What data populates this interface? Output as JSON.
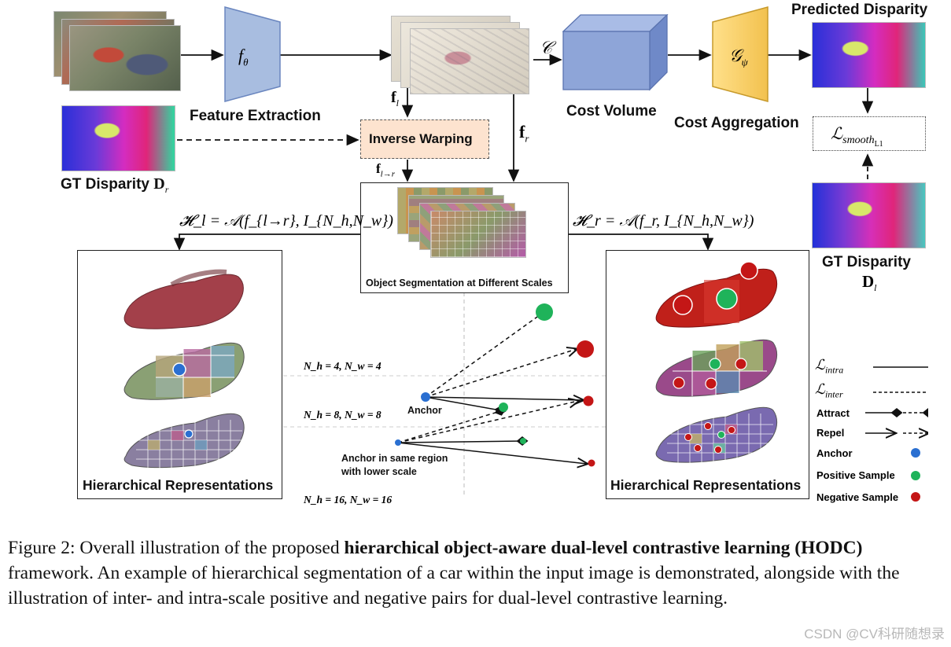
{
  "diagram": {
    "feature_extraction": {
      "symbol": "f",
      "subscript": "θ",
      "label": "Feature Extraction"
    },
    "cost_volume": {
      "symbol": "𝒞",
      "label": "Cost Volume"
    },
    "cost_aggregation": {
      "symbol": "𝒢",
      "subscript": "ψ",
      "label": "Cost Aggregation"
    },
    "predicted_disparity": {
      "label": "Predicted Disparity"
    },
    "loss_box": {
      "symbol": "ℒ",
      "subscript": "smooth",
      "subsubscript": "L1"
    },
    "gt_disparity_right": {
      "label": "GT Disparity",
      "symbol": "D",
      "subscript": "r"
    },
    "gt_disparity_left": {
      "label": "GT Disparity",
      "symbol": "D",
      "subscript": "l"
    },
    "inverse_warping": {
      "label": "Inverse Warping"
    },
    "feature_left": {
      "symbol": "f",
      "subscript": "l"
    },
    "feature_right": {
      "symbol": "f",
      "subscript": "r"
    },
    "feature_warped": {
      "symbol": "f",
      "subscript": "l→r"
    },
    "segmentation": {
      "label": "Object Segmentation at Different Scales"
    },
    "hl_formula": "𝓗_l = 𝒜(f_{l→r}, I_{N_h,N_w})",
    "hr_formula": "𝓗_r = 𝒜(f_r, I_{N_h,N_w})",
    "hier_left": {
      "label": "Hierarchical Representations"
    },
    "hier_right": {
      "label": "Hierarchical Representations"
    },
    "scale1": "N_h = 4, N_w = 4",
    "scale2": "N_h = 8, N_w = 8",
    "scale3": "N_h = 16, N_w = 16",
    "anchor_label": "Anchor",
    "anchor_lower_label_1": "Anchor in same region",
    "anchor_lower_label_2": "with lower scale"
  },
  "legend": {
    "intra": {
      "symbol": "ℒ",
      "subscript": "intra"
    },
    "inter": {
      "symbol": "ℒ",
      "subscript": "inter"
    },
    "attract": "Attract",
    "repel": "Repel",
    "anchor": "Anchor",
    "positive": "Positive Sample",
    "negative": "Negative Sample"
  },
  "colors": {
    "anchor": "#2a6fd1",
    "positive": "#1fb35a",
    "negative": "#c41616",
    "feature_box": "#9fb6de",
    "cost_volume": "#8ea5d8",
    "aggregation": "#f5cf62",
    "warping_box": "#fde3cf"
  },
  "caption": {
    "prefix": "Figure 2: Overall illustration of the proposed ",
    "bold": "hierarchical object-aware dual-level contrastive learning (HODC)",
    "suffix": " framework. An example of hierarchical segmentation of a car within the input image is demonstrated, alongside with the illustration of inter- and intra-scale positive and negative pairs for dual-level contrastive learning."
  },
  "watermark": "CSDN @CV科研随想录"
}
